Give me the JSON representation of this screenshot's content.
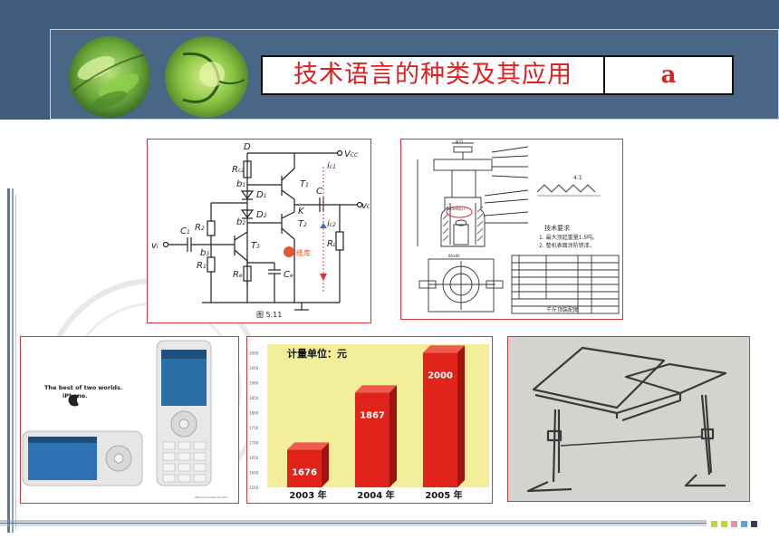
{
  "header": {
    "title": "技术语言的种类及其应用",
    "letter": "a"
  },
  "circuit": {
    "labels": {
      "d": "D",
      "vcc": "V",
      "vcc_sub": "CC",
      "rc2": "R",
      "rc2_sub": "c2",
      "b1": "b",
      "b1_sub": "1",
      "d1": "D",
      "d1_sub": "1",
      "t1": "T",
      "t1_sub": "1",
      "ic1": "i",
      "ic1_sub": "c1",
      "c": "C",
      "d2": "D",
      "d2_sub": "2",
      "k": "K",
      "t2": "T",
      "t2_sub": "2",
      "ic2": "i",
      "ic2_sub": "c2",
      "vo": "v",
      "vo_sub": "O",
      "b2": "b",
      "b2_sub": "2",
      "r2": "R",
      "r2_sub": "2",
      "c1": "C",
      "c1_sub": "1",
      "vi": "v",
      "vi_sub": "i",
      "b3": "b",
      "b3_sub": "3",
      "t3": "T",
      "t3_sub": "3",
      "rl": "R",
      "rl_sub": "L",
      "r1": "R",
      "r1_sub": "1",
      "re": "R",
      "re_sub": "e",
      "ce": "C",
      "ce_sub": "e",
      "caption": "图 5.11",
      "watermark": "维库"
    }
  },
  "drawing": {
    "req_title": "技术要求",
    "req_1": "1. 最大顶起重量1.5吨。",
    "req_2": "2. 整机表面涂防锈漆。",
    "ratio": "4:1",
    "ref": "Φ45H8/js7",
    "dim_top": "Φ35",
    "dim_width": "80x80",
    "table_title": "千斤顶装配图"
  },
  "iphone": {
    "tagline_1": "The best of two worlds.",
    "tagline_2": "iPhone.",
    "credit": "iPhone Concept by CULT"
  },
  "chart_data": {
    "type": "bar",
    "title": "计量单位：元",
    "categories": [
      "2003 年",
      "2004 年",
      "2005 年"
    ],
    "values": [
      1676,
      1867,
      2000
    ],
    "ylim": [
      1550,
      2010
    ],
    "yticks": [
      1550,
      1600,
      1650,
      1700,
      1750,
      1800,
      1850,
      1900,
      1950,
      2000
    ],
    "bar_color": "#e0241c",
    "background": "#f2ee9a"
  },
  "colors": {
    "header": "#415d7d",
    "frame": "#d03a3a",
    "title": "#e02020"
  },
  "footer": {
    "squares": [
      "#c4d431",
      "#c4d431",
      "#e58fb4",
      "#5fa5cf",
      "#2d3e55"
    ]
  }
}
